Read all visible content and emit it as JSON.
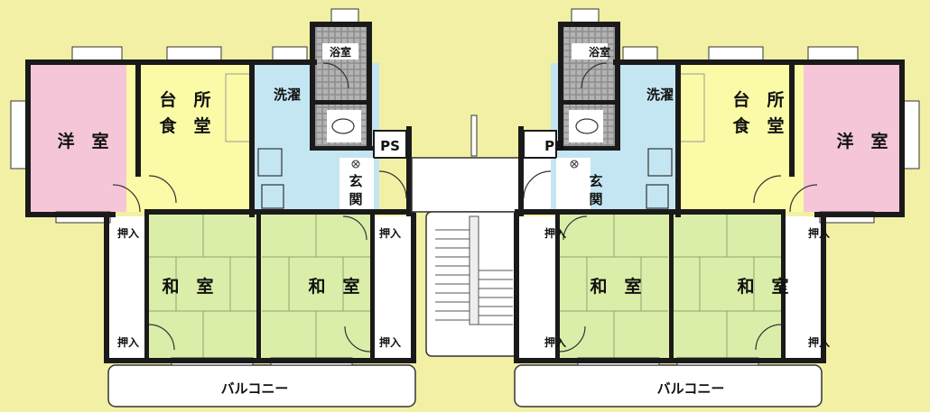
{
  "labels": {
    "western_room": "洋　室",
    "kitchen_dining_1": "台　所",
    "kitchen_dining_2": "食　堂",
    "bath": "浴室",
    "laundry": "洗濯",
    "ps": "PS",
    "entrance_1": "玄",
    "entrance_2": "関",
    "closet": "押入",
    "japanese_room": "和　室",
    "balcony": "バルコニー"
  },
  "colors": {
    "background": "#f2f0a4",
    "western_room": "#f5c6d8",
    "kitchen": "#fbfaa6",
    "japanese_room": "#dbeea9",
    "wet_area": "#c4e6f2",
    "tile": "#9a9a9a",
    "wall": "#1a1a1a",
    "balcony": "#ffffff"
  }
}
